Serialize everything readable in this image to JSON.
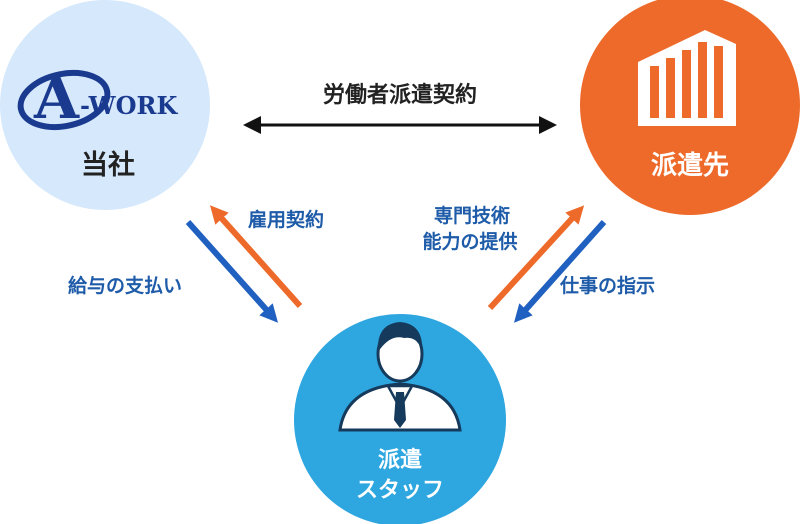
{
  "company": {
    "logo_text": "A-WORK",
    "logo_letter": "A",
    "logo_rest": "-WORK",
    "label": "当社"
  },
  "client": {
    "label": "派遣先"
  },
  "staff": {
    "label_line1": "派遣",
    "label_line2": "スタッフ"
  },
  "contracts": {
    "dispatch_contract": "労働者派遣契約",
    "employment_contract": "雇用契約",
    "salary_payment": "給与の支払い",
    "skills_line1": "専門技術",
    "skills_line2": "能力の提供",
    "work_instructions": "仕事の指示"
  },
  "colors": {
    "company_circle": "#d6e8fb",
    "client_circle": "#ee6a2a",
    "staff_circle": "#2ea6e0",
    "arrow_blue": "#2060c0",
    "arrow_orange": "#ee6a2a",
    "arrow_black": "#111111",
    "label_blue": "#1e5ba8",
    "logo_navy": "#1a3a8f"
  },
  "icons": {
    "logo": "a-work-logo",
    "client": "building-icon",
    "staff": "person-icon"
  }
}
